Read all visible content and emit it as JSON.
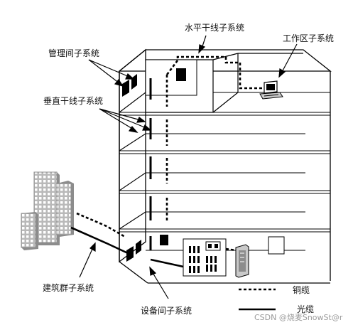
{
  "labels": {
    "horizontal": "水平干线子系统",
    "workarea": "工作区子系统",
    "admin": "管理间子系统",
    "vertical": "垂直干线子系统",
    "building_group": "建筑群子系统",
    "equipment": "设备间子系统"
  },
  "legend": {
    "copper": "铜缆",
    "fiber": "光缆"
  },
  "watermark": "CSDN @烧麦SnowSt@r",
  "colors": {
    "line": "#000000",
    "building_shade": "#b9b9b9",
    "building_dark": "#8c8c8c",
    "floor_line": "#000000"
  }
}
